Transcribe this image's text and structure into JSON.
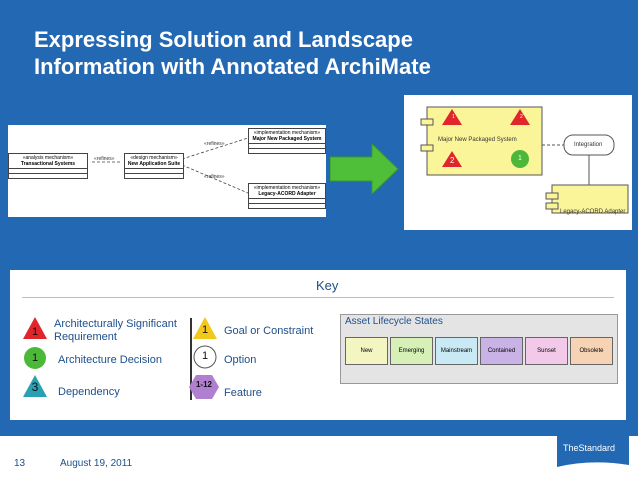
{
  "title_line1": "Expressing Solution and Landscape",
  "title_line2": "Information with Annotated ArchiMate",
  "left_diagram": {
    "analysis_stereo": "«analysis mechanism»",
    "analysis_name": "Transactional Systems",
    "design_stereo": "«design mechanism»",
    "design_name": "New Application Suite",
    "impl1_stereo": "«implementation mechanism»",
    "impl1_name": "Major New Packaged System",
    "impl2_stereo": "«implementation mechanism»",
    "impl2_name": "Legacy-ACORD Adapter",
    "refines": "«refines»"
  },
  "right_diagram": {
    "system_name": "Major New Packaged System",
    "integration": "Integration",
    "adapter": "Legacy-ACORD Adapter",
    "badge_tl": "1",
    "badge_tr": "2",
    "badge_bl": "2",
    "badge_br": "1"
  },
  "key": {
    "title": "Key",
    "asr_label_1": "Architecturally Significant",
    "asr_label_2": "Requirement",
    "asr_num": "1",
    "decision_label": "Architecture Decision",
    "decision_num": "1",
    "dependency_label": "Dependency",
    "dependency_num": "3",
    "goal_label": "Goal or Constraint",
    "goal_num": "1",
    "option_label": "Option",
    "option_num": "1",
    "feature_label": "Feature",
    "feature_num": "1-12"
  },
  "lifecycle": {
    "title": "Asset Lifecycle States",
    "states": [
      {
        "label": "New",
        "color": "#f4f6c2"
      },
      {
        "label": "Emerging",
        "color": "#d6f0b8"
      },
      {
        "label": "Mainstream",
        "color": "#c9e9f5"
      },
      {
        "label": "Contained",
        "color": "#c9b3e6"
      },
      {
        "label": "Sunset",
        "color": "#f2c9e8"
      },
      {
        "label": "Obsolete",
        "color": "#f7d3b5"
      }
    ]
  },
  "footer": {
    "page": "13",
    "date": "August 19, 2011"
  },
  "logo_text": "TheStandard"
}
